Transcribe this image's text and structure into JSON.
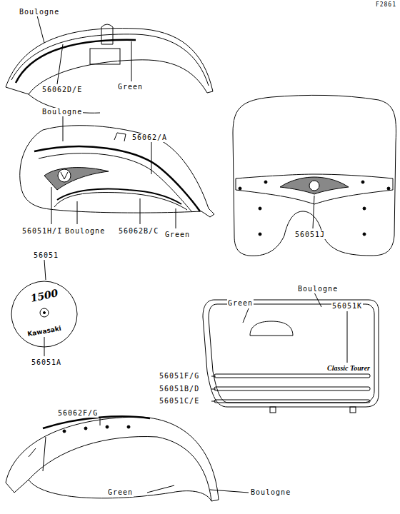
{
  "diagram": {
    "labels": [
      "F2861",
      "Boulogne",
      "56062D/E",
      "Green",
      "Boulogne",
      "56062/A",
      "56051H/I",
      "Boulogne",
      "56062B/C",
      "Green",
      "56051J",
      "56051",
      "1500",
      "Kawasaki",
      "56051A",
      "Green",
      "Boulogne",
      "56051K",
      "Classic Tourer",
      "56051F/G",
      "56051B/D",
      "56051C/E",
      "56062F/G",
      "Green",
      "Boulogne"
    ]
  }
}
